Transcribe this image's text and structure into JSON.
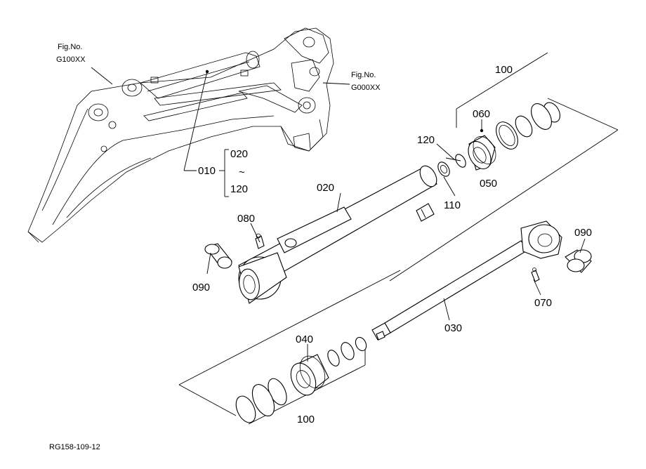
{
  "references": {
    "left_fig": {
      "line1": "Fig.No.",
      "line2": "G100XX"
    },
    "right_fig": {
      "line1": "Fig.No.",
      "line2": "G000XX"
    }
  },
  "assembly": {
    "label": "010",
    "range_start": "020",
    "range_sep": "~",
    "range_end": "120"
  },
  "callouts": {
    "p100_top": "100",
    "p060": "060",
    "p120": "120",
    "p050": "050",
    "p110": "110",
    "p020": "020",
    "p080": "080",
    "p090_left": "090",
    "p090_right": "090",
    "p070": "070",
    "p030": "030",
    "p040": "040",
    "p100_bottom": "100"
  },
  "drawing_code": "RG158-109-12"
}
